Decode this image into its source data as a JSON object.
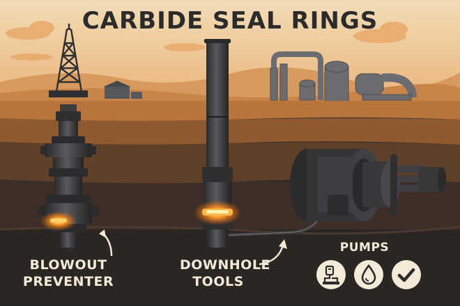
{
  "title": "CARBIDE SEAL RINGS",
  "labels": {
    "blowout_line1": "BLOWOUT",
    "blowout_line2": "PREVENTER",
    "downhole_line1": "DOWNHOLE",
    "downhole_line2": "TOOLS",
    "pumps": "PUMPS"
  },
  "icons": [
    "pump-station-icon",
    "droplet-icon",
    "checkmark-icon"
  ],
  "colors": {
    "sky": "#f0d3a8",
    "ground_top": "#b8743a",
    "ground_deep": "#2a2624",
    "metal": "#3c3c3e",
    "glow": "#ff8a1e",
    "label": "#f4ead8"
  }
}
